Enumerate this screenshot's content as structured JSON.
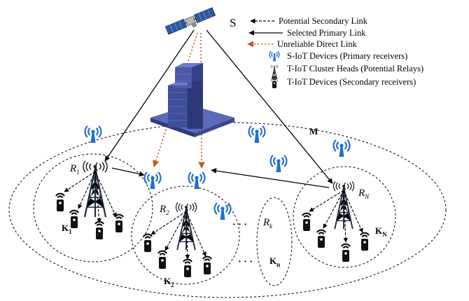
{
  "legend": {
    "potential_secondary_link": "Potential Secondary Link",
    "selected_primary_link": "Selected Primary Link",
    "unreliable_direct_link": "Unreliable Direct Link",
    "s_iot_devices": "S-IoT Devices (Primary receivers)",
    "t_iot_cluster_heads": "T-IoT  Cluster Heads (Potential Relays)",
    "t_iot_devices": "T-IoT Devices (Secondary receivers)"
  },
  "labels": {
    "satellite": "S",
    "m": "M",
    "r1_base": "R",
    "r1_sub": "1",
    "r2_base": "R",
    "r2_sub": "2",
    "rn_base": "R",
    "rn_sub": "N",
    "rk_base": "R",
    "rk_sub": "k",
    "k1_base": "K",
    "k1_sub": "1",
    "k2_base": "K",
    "k2_sub": "2",
    "kn_base": "K",
    "kn_sub": "N",
    "kn2_base": "K",
    "kn2_sub": "n",
    "dots1": "· · ·",
    "dots2": "· · ·"
  },
  "colors": {
    "wifi_blue": "#1f6fd6",
    "link_orange": "#c05a1e",
    "building": "#3f4f9a",
    "tower": "#1e2a3a"
  },
  "icons": {
    "satellite": "satellite-icon",
    "building": "building-icon",
    "s_iot_device": "wifi-antenna-icon",
    "cluster_head": "tower-icon",
    "t_iot_device": "sensor-device-icon"
  }
}
